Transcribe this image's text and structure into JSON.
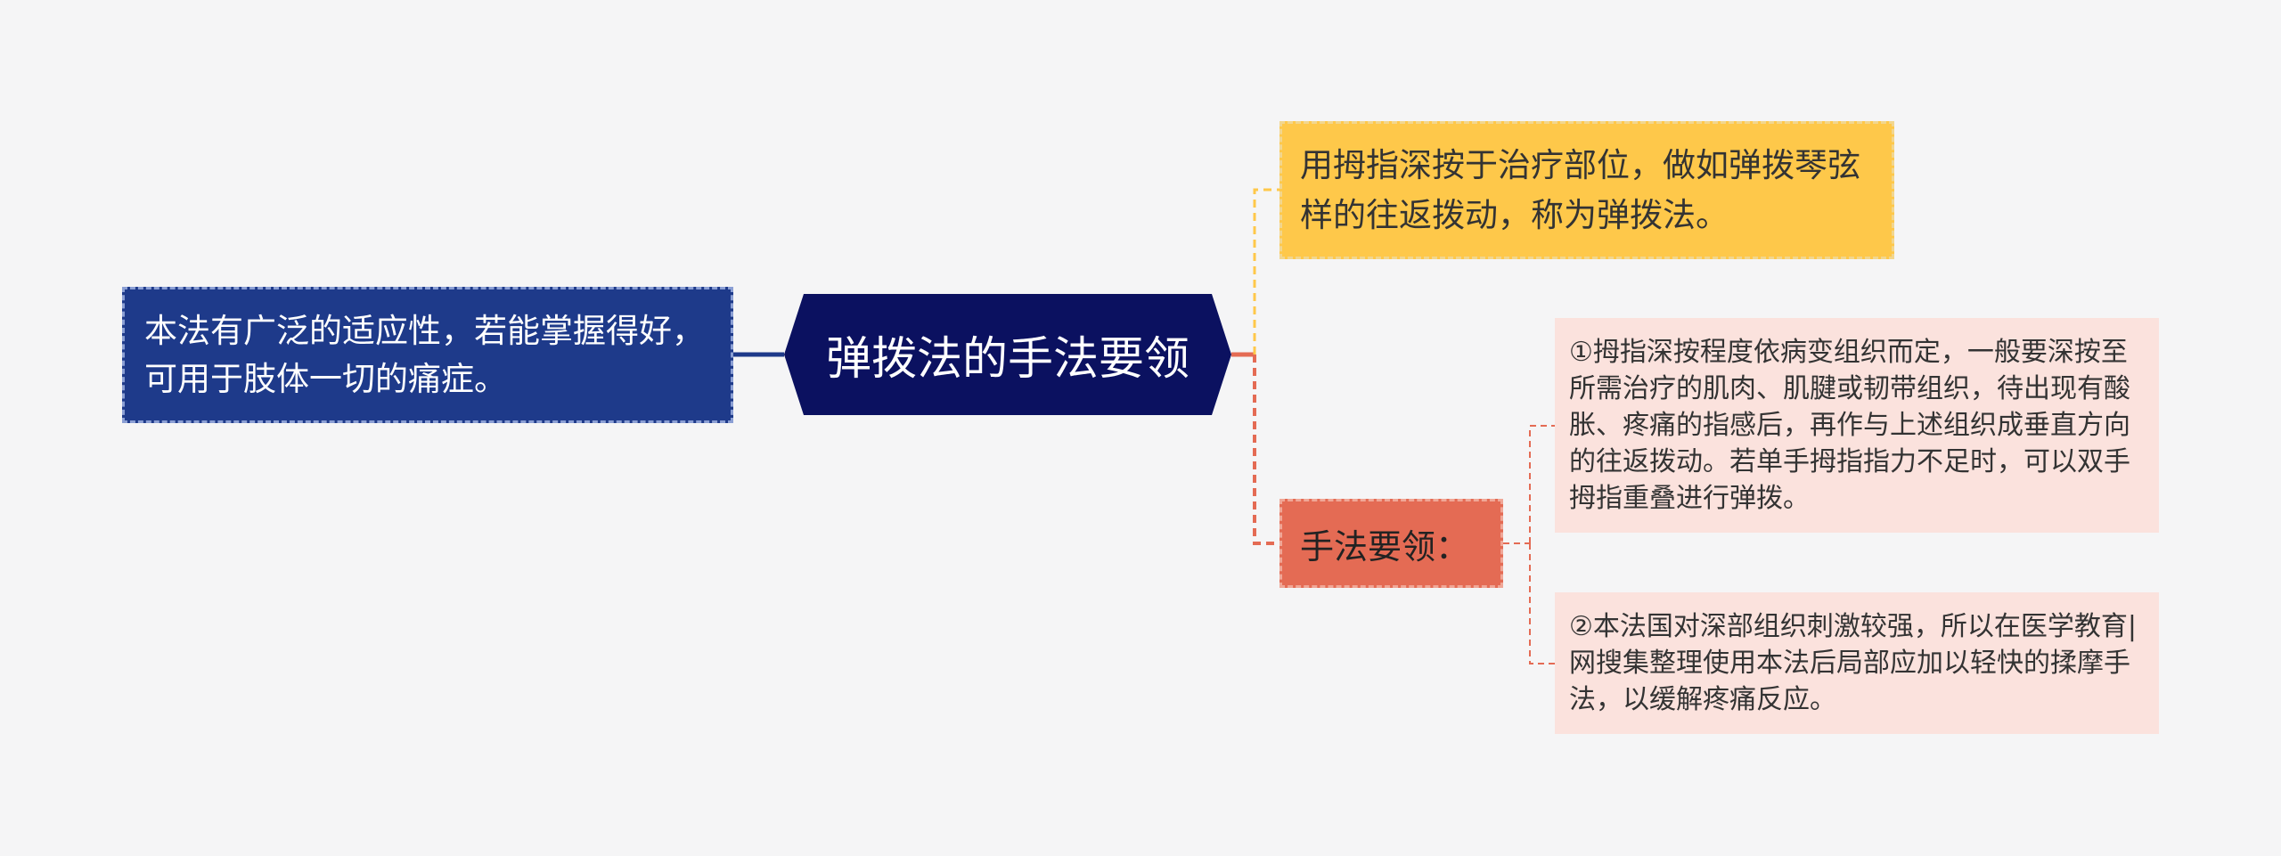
{
  "mindmap": {
    "center": {
      "text": "弹拨法的手法要领",
      "color": "#0b1160"
    },
    "left": {
      "text": "本法有广泛的适应性，若能掌握得好，可用于肢体一切的痛症。",
      "color": "#1e3a8a"
    },
    "right_top": {
      "text": "用拇指深按于治疗部位，做如弹拨琴弦样的往返拨动，称为弹拨法。",
      "color": "#fec84a"
    },
    "right_mid": {
      "text": "手法要领：",
      "color": "#e46b54",
      "children": [
        {
          "text": "①拇指深按程度依病变组织而定，一般要深按至所需治疗的肌肉、肌腱或韧带组织，待出现有酸胀、疼痛的指感后，再作与上述组织成垂直方向的往返拨动。若单手拇指指力不足时，可以双手拇指重叠进行弹拨。"
        },
        {
          "text": "②本法国对深部组织刺激较强，所以在医学教育|网搜集整理使用本法后局部应加以轻快的揉摩手法，以缓解疼痛反应。"
        }
      ],
      "child_color": "#fbe2dd"
    }
  }
}
